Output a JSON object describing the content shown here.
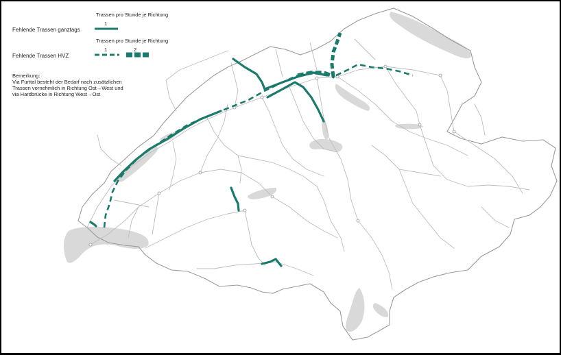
{
  "legend": {
    "row1": {
      "header": "Trassen pro Stunde je Richtung",
      "label": "Fehlende Trassen ganztags",
      "scale": [
        "1"
      ]
    },
    "row2": {
      "header": "Trassen pro Stunde je Richtung",
      "label": "Fehlende Trassen HVZ",
      "scale": [
        "1",
        "2"
      ]
    }
  },
  "remark": {
    "title": "Bemerkung:",
    "lines": [
      "Via Furttal besteht der Bedarf nach zusätzlichen",
      "Trassen vornehmlich in Richtung Ost→West und",
      "via Hardbrücke in Richtung West→Ost"
    ]
  },
  "colors": {
    "missing_paths": "#1a7a6b",
    "rail_network": "#b9b9b9",
    "border": "#9a9a9a",
    "lakes": "#d9d9d9"
  }
}
